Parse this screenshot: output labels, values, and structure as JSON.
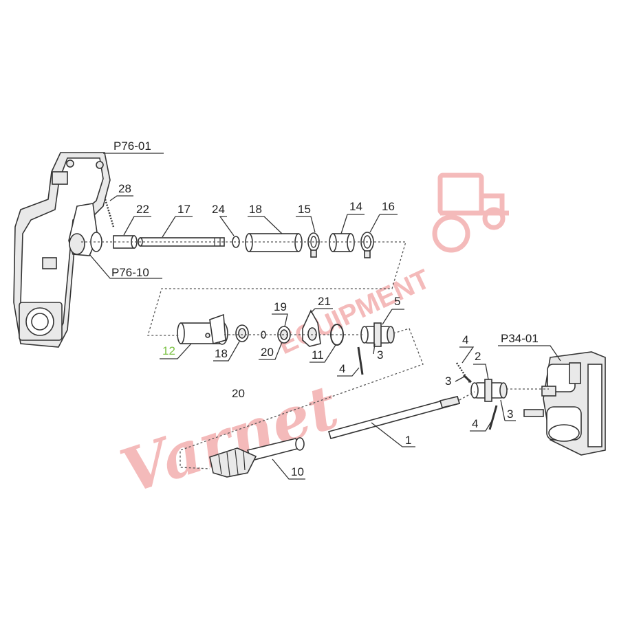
{
  "labels": {
    "p76_01": "P76-01",
    "p76_10": "P76-10",
    "p34_01": "P34-01",
    "n28": "28",
    "n22": "22",
    "n17": "17",
    "n24": "24",
    "n18_top": "18",
    "n15": "15",
    "n14": "14",
    "n16": "16",
    "n19": "19",
    "n21": "21",
    "n5": "5",
    "n12": "12",
    "n18_mid": "18",
    "n20_mid": "20",
    "n11": "11",
    "n3_mid": "3",
    "n4_mid": "4",
    "n20_low": "20",
    "n4_r1": "4",
    "n2": "2",
    "n3_r1": "3",
    "n3_r2": "3",
    "n4_r2": "4",
    "n1": "1",
    "n10": "10"
  },
  "watermark": {
    "script": "Varnet",
    "block": "EQUIPMENT",
    "color": "#f1a4a4"
  }
}
